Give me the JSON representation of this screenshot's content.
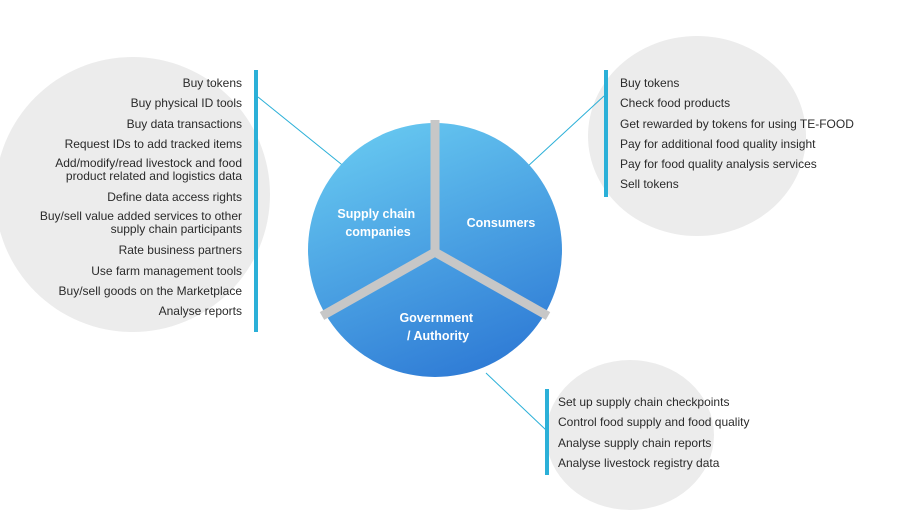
{
  "segments": {
    "supply_chain": {
      "line1": "Supply chain",
      "line2": "companies"
    },
    "consumers": {
      "line1": "Consumers"
    },
    "government": {
      "line1": "Government",
      "line2": "/ Authority"
    }
  },
  "supply_chain_items": [
    "Buy tokens",
    "Buy physical ID tools",
    "Buy data transactions",
    "Request IDs to add tracked items",
    "Add/modify/read livestock and food product related and logistics data",
    "Define data access rights",
    "Buy/sell value added services to other supply chain participants",
    "Rate business partners",
    "Use farm management tools",
    "Buy/sell goods on the Marketplace",
    "Analyse reports"
  ],
  "consumer_items": [
    "Buy tokens",
    "Check food products",
    "Get rewarded by tokens for using TE-FOOD",
    "Pay for additional food quality insight",
    "Pay for food quality analysis services",
    "Sell tokens"
  ],
  "government_items": [
    "Set up supply chain checkpoints",
    "Control food supply and food quality",
    "Analyse supply chain reports",
    "Analyse livestock registry data"
  ],
  "colors": {
    "accent_bar": "#2bb0d8",
    "pie_top": "#63c4ef",
    "pie_bottom": "#2f7fd6",
    "circle_bg": "#ececec"
  }
}
